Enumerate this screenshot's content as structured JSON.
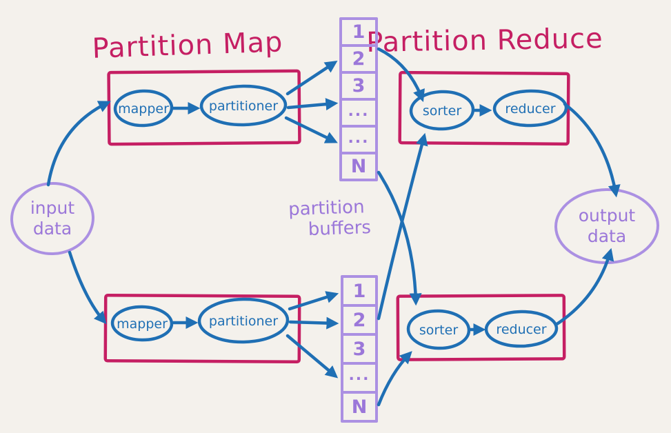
{
  "colors": {
    "background": "#f4f1ec",
    "crimson": "#c51f63",
    "blue": "#1f6fb4",
    "purple": "#ab90e2",
    "purpletext": "#9b77d9"
  },
  "titles": {
    "map": "Partition Map",
    "reduce": "Partition Reduce"
  },
  "input_blob": {
    "line1": "input",
    "line2": "data"
  },
  "output_blob": {
    "line1": "output",
    "line2": "data"
  },
  "buffers_label": {
    "line1": "partition",
    "line2": "buffers"
  },
  "map_stage": {
    "mapper": "mapper",
    "partitioner": "partitioner"
  },
  "reduce_stage": {
    "sorter": "sorter",
    "reducer": "reducer"
  },
  "top_buffer": {
    "cells": [
      "1",
      "2",
      "3",
      "...",
      "...",
      "N"
    ]
  },
  "bottom_buffer": {
    "cells": [
      "1",
      "2",
      "3",
      "...",
      "N"
    ]
  }
}
